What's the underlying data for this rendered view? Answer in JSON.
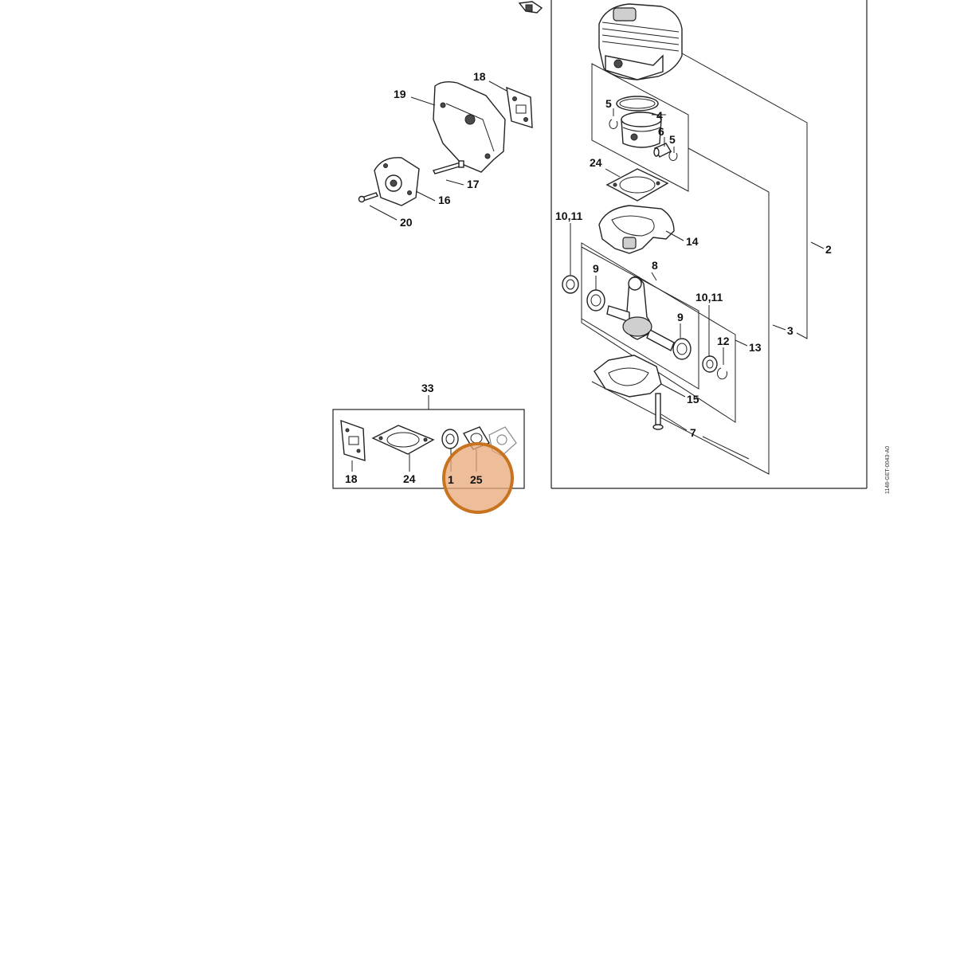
{
  "diagram": {
    "document_id": "1148-GET-0043-A0",
    "highlight": {
      "target_part": "25",
      "color": "#c8731f",
      "fill_color": "#e8a878",
      "level": "1 of 1"
    },
    "callouts": {
      "p2": "2",
      "p3": "3",
      "p4": "4",
      "p5a": "5",
      "p5b": "5",
      "p6": "6",
      "p7": "7",
      "p8": "8",
      "p9a": "9",
      "p9b": "9",
      "p1011a": "10,11",
      "p1011b": "10,11",
      "p12": "12",
      "p13": "13",
      "p14": "14",
      "p15": "15",
      "p16": "16",
      "p17": "17",
      "p18a": "18",
      "p19": "19",
      "p20": "20",
      "p24a": "24",
      "p33": "33",
      "p18b": "18",
      "p24b": "24",
      "p1": "1",
      "p25": "25"
    }
  }
}
